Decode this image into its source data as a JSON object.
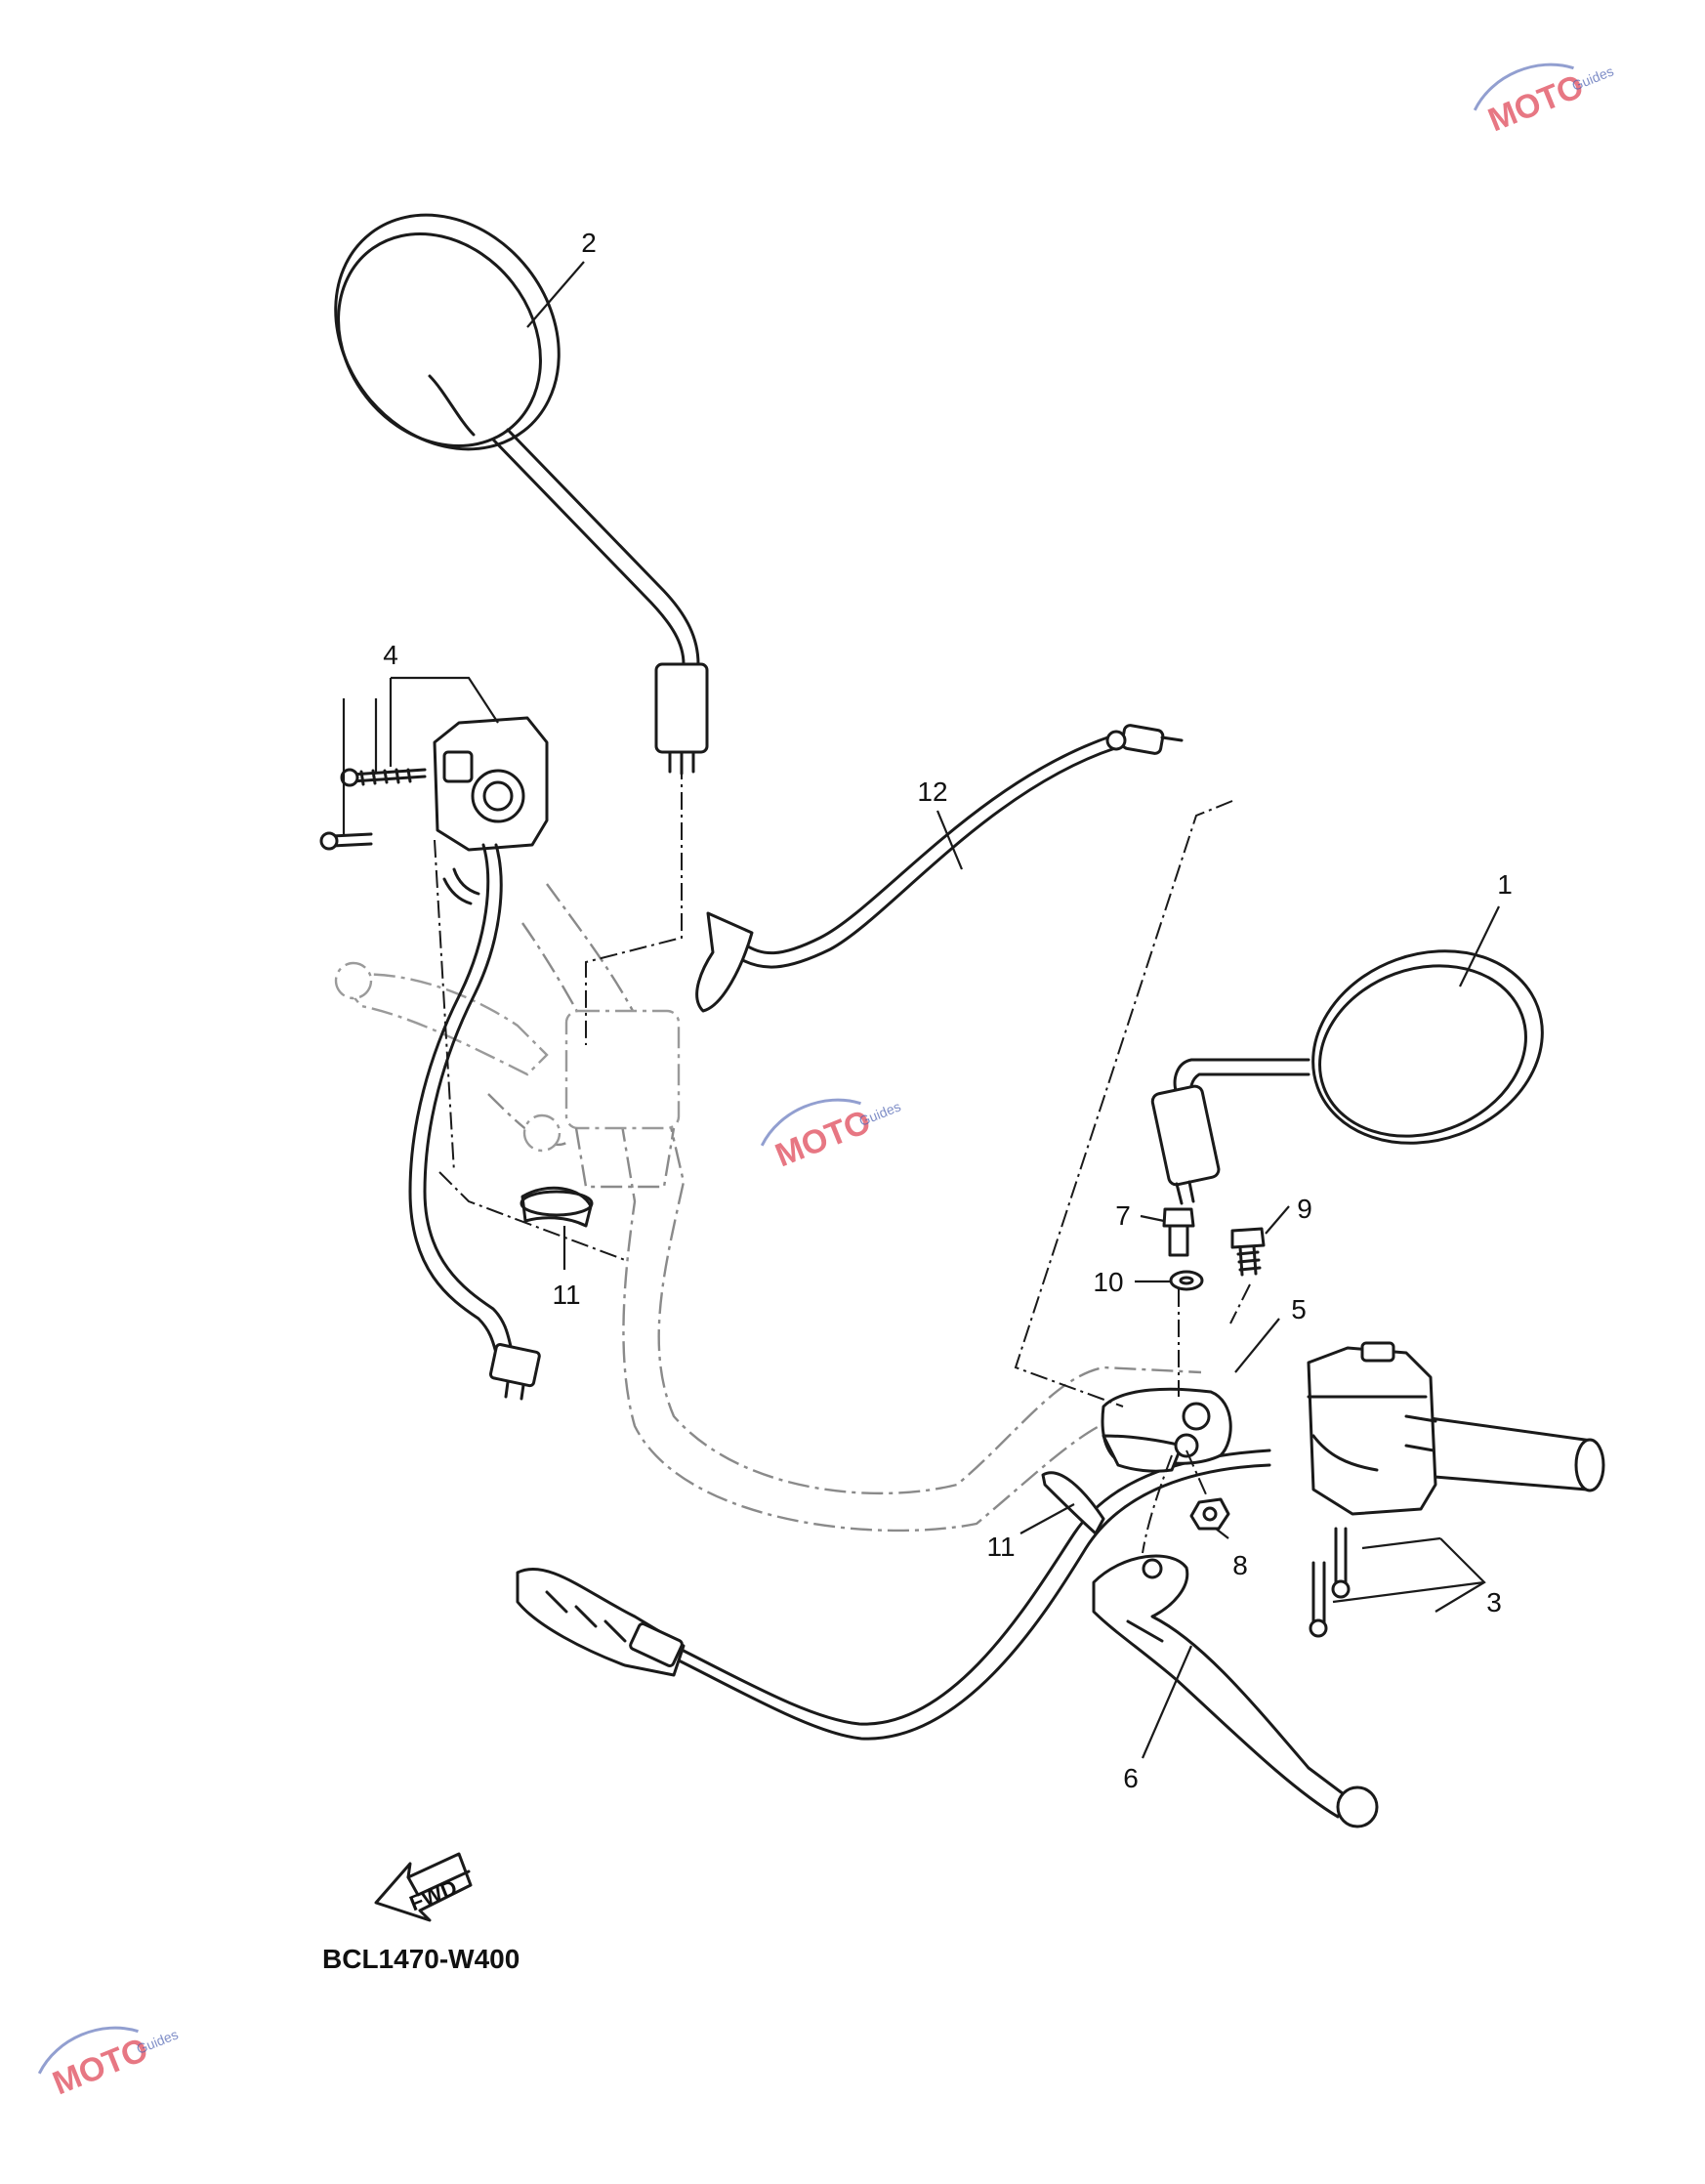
{
  "diagram": {
    "drawing_code": "BCL1470-W400",
    "direction_label": "FWD",
    "callouts": [
      {
        "id": "c1",
        "label": "1"
      },
      {
        "id": "c2",
        "label": "2"
      },
      {
        "id": "c3",
        "label": "3"
      },
      {
        "id": "c4",
        "label": "4"
      },
      {
        "id": "c5",
        "label": "5"
      },
      {
        "id": "c6",
        "label": "6"
      },
      {
        "id": "c7",
        "label": "7"
      },
      {
        "id": "c8",
        "label": "8"
      },
      {
        "id": "c9",
        "label": "9"
      },
      {
        "id": "c10",
        "label": "10"
      },
      {
        "id": "c11a",
        "label": "11"
      },
      {
        "id": "c11b",
        "label": "11"
      },
      {
        "id": "c12",
        "label": "12"
      }
    ]
  },
  "watermark": {
    "brand": "MOTO",
    "tagline": "Guides",
    "colors": {
      "primary": "#e04a5a",
      "secondary": "#4a5fb0"
    }
  }
}
